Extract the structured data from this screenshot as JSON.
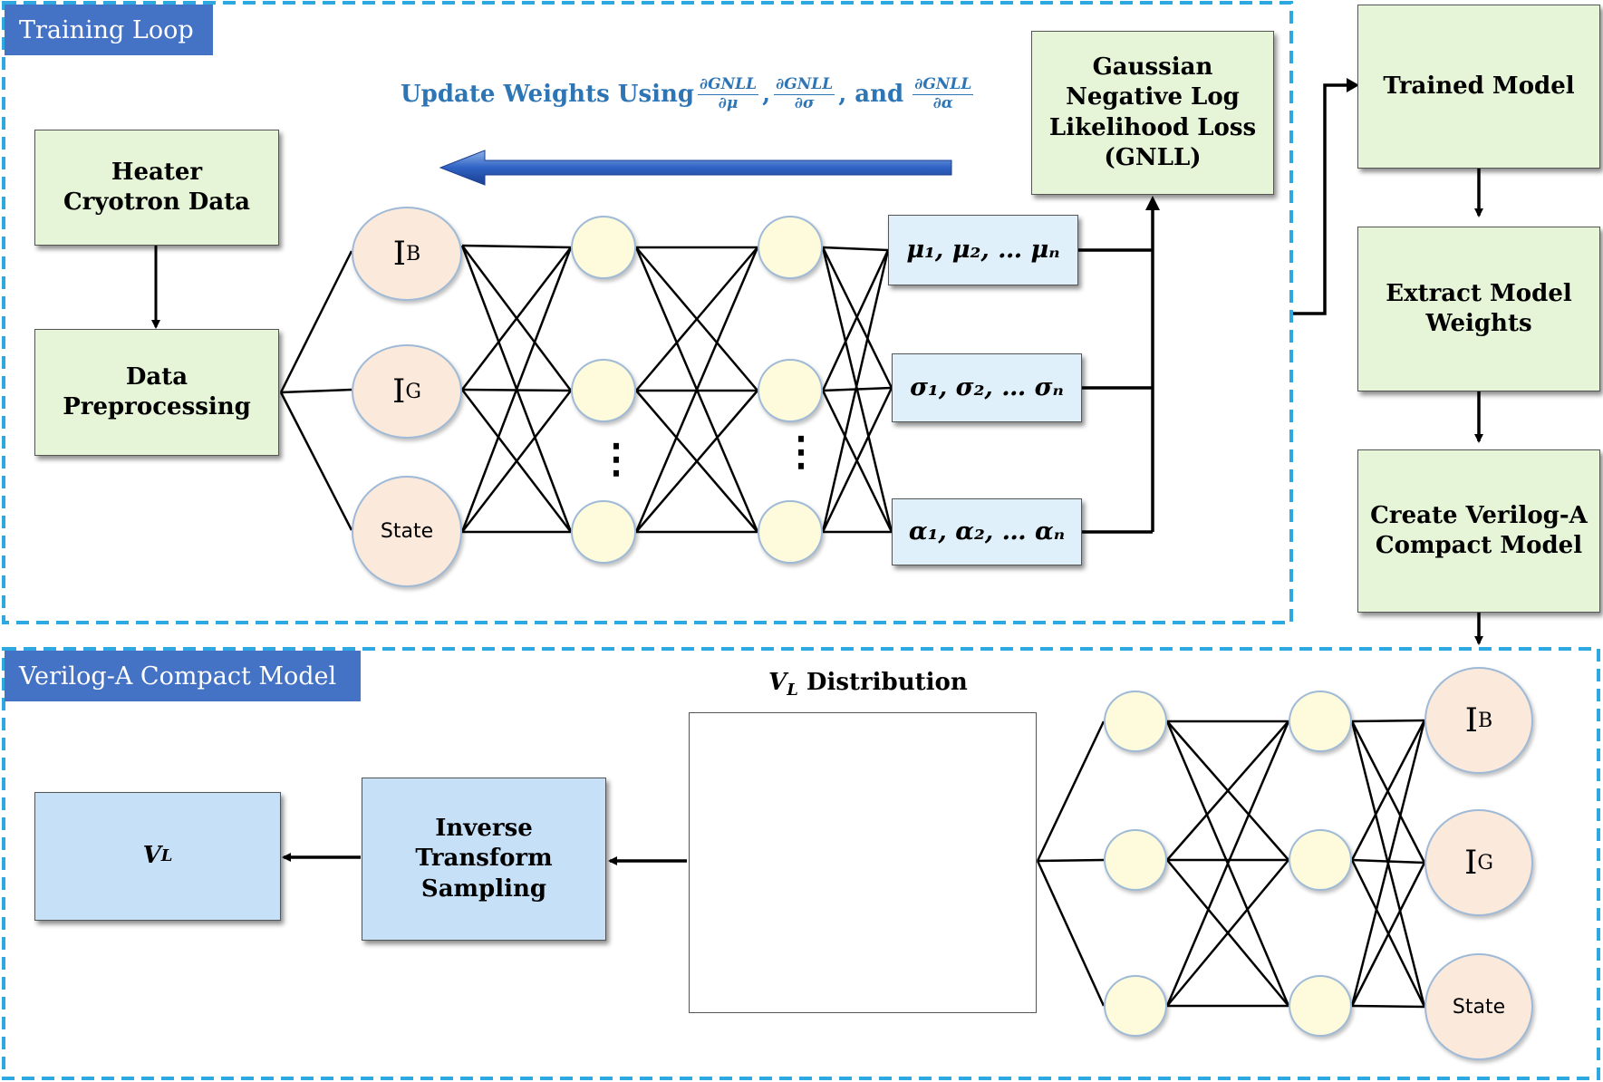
{
  "training_loop": {
    "label": "Training Loop",
    "heater_data": "Heater Cryotron Data",
    "preprocessing": "Data Preprocessing",
    "inputs": [
      {
        "main": "I",
        "sub": "B"
      },
      {
        "main": "I",
        "sub": "G"
      },
      {
        "main": "State",
        "sub": ""
      }
    ],
    "outputs": [
      "μ₁, μ₂, … μₙ",
      "σ₁, σ₂, … σₙ",
      "α₁, α₂, … αₙ"
    ],
    "loss": "Gaussian Negative Log Likelihood Loss (GNLL)",
    "update": {
      "prefix": "Update Weights Using",
      "sep1": ",",
      "sep2": ", and",
      "fractions": [
        {
          "num": "∂GNLL",
          "den": "∂μ"
        },
        {
          "num": "∂GNLL",
          "den": "∂σ"
        },
        {
          "num": "∂GNLL",
          "den": "∂α"
        }
      ]
    },
    "dots": "⋮"
  },
  "pipeline": {
    "trained_model": "Trained Model",
    "extract_weights": "Extract Model Weights",
    "create_model": "Create Verilog-A Compact Model"
  },
  "compact_model": {
    "label": "Verilog-A Compact Model",
    "distribution_title_var": "V",
    "distribution_title_sub": "L",
    "distribution_title_rest": " Distribution",
    "sampling": "Inverse Transform Sampling",
    "output_var": "V",
    "output_sub": "L",
    "inputs": [
      {
        "main": "I",
        "sub": "B"
      },
      {
        "main": "I",
        "sub": "G"
      },
      {
        "main": "State",
        "sub": ""
      }
    ]
  },
  "colors": {
    "accent_blue": "#4472c4",
    "dashed_border": "#2ea8e0",
    "update_text": "#2e75b6",
    "curve": "#1010e0",
    "green_box": "#e6f5d8",
    "blue_box": "#c6e0f7"
  }
}
